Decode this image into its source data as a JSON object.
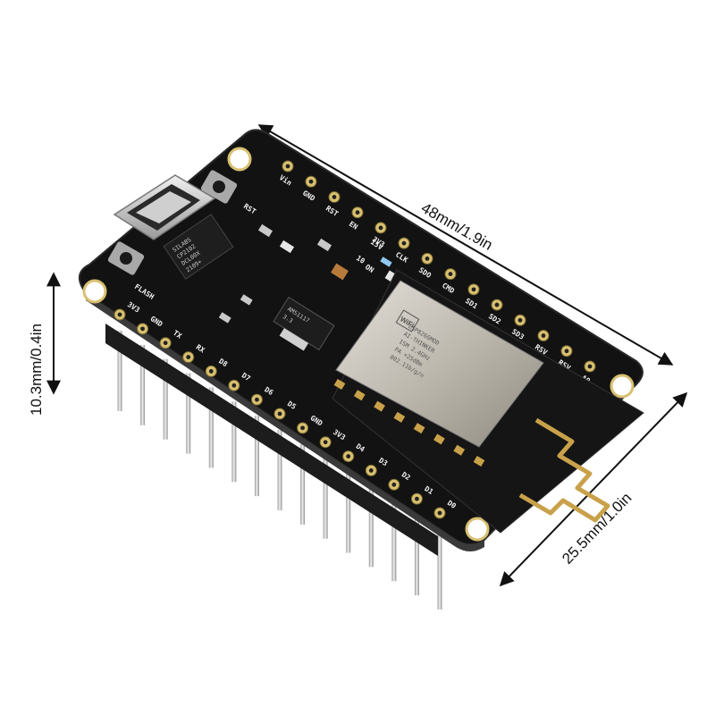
{
  "dimensions": {
    "length": "48mm/1.9in",
    "width": "25.5mm/1.0in",
    "height": "10.3mm/0.4in"
  },
  "board": {
    "top_pins": [
      "Vin",
      "GND",
      "RST",
      "EN",
      "3V3",
      "CLK",
      "SDO",
      "CMD",
      "SD1",
      "SD2",
      "SD3",
      "RSV",
      "RSV",
      "A0"
    ],
    "bottom_pins": [
      "3V3",
      "GND",
      "TX",
      "RX",
      "D8",
      "D7",
      "D6",
      "D5",
      "GND",
      "3V3",
      "D4",
      "D3",
      "D2",
      "D1",
      "D0"
    ],
    "buttons": [
      "RST",
      "FLASH"
    ],
    "usb_chip": [
      "SILABS",
      "CP2102",
      "DCL00X",
      "2109+"
    ],
    "regulator": [
      "AMS1117",
      "3.3"
    ],
    "module": [
      "ESP8266MOD",
      "AI-THINKER",
      "ISM 2.4GHz",
      "PA +25dBm",
      "802.11b/g/n"
    ],
    "wifi_logo": "WiFi",
    "power_labels": [
      "10",
      "15V",
      "ON"
    ]
  },
  "colors": {
    "pcb": "#121212",
    "shield": "#c8c4bc",
    "gold": "#c8a14a",
    "pin_gold": "#d8c070",
    "header": "#1c1c1c",
    "arrow": "#111111"
  }
}
